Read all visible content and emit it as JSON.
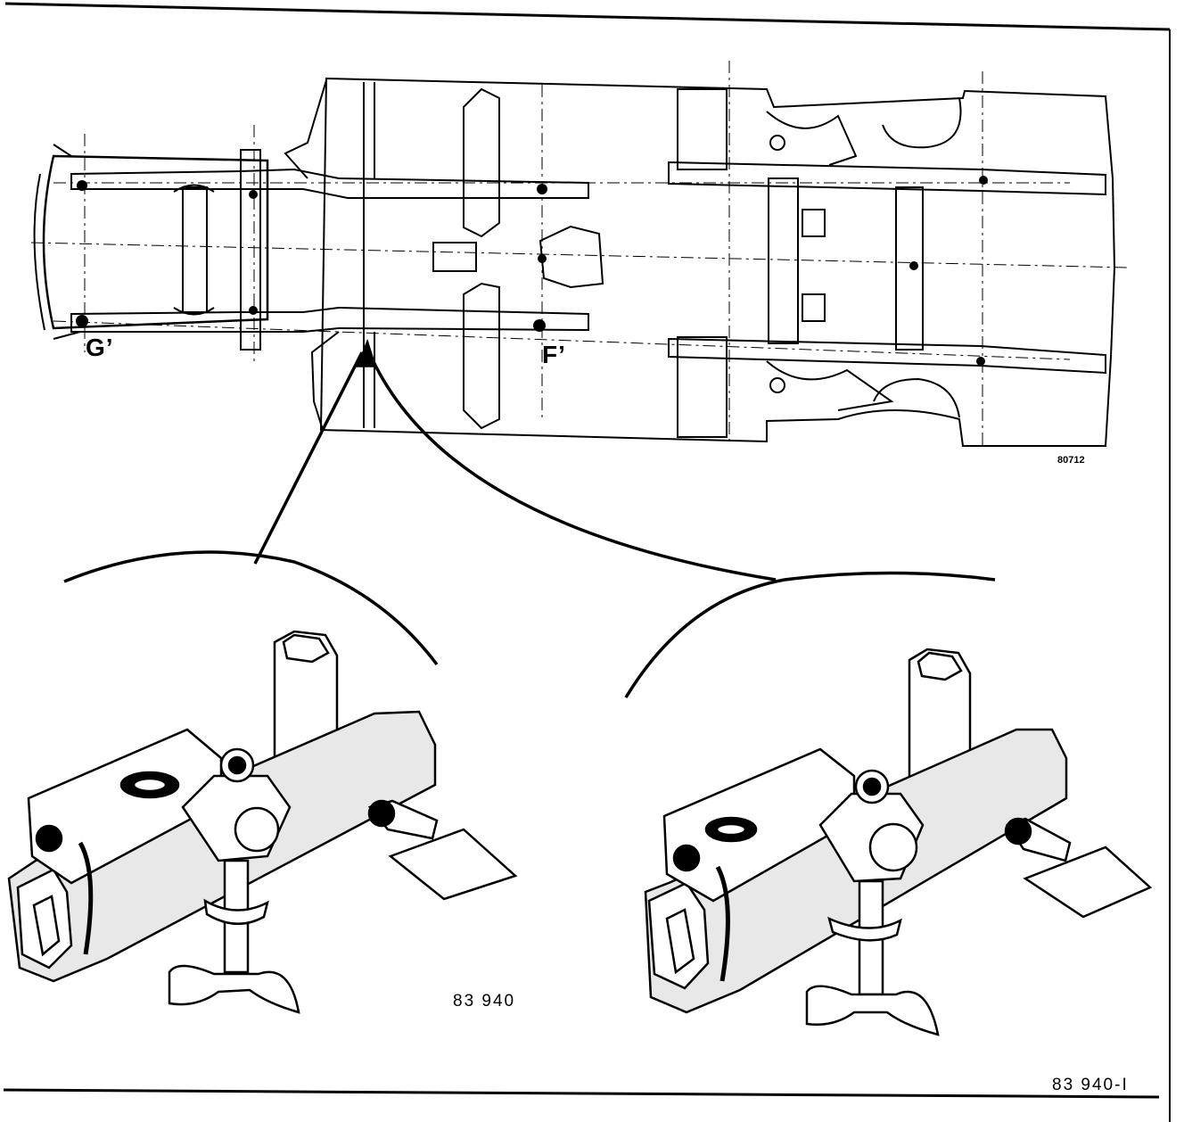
{
  "labels": {
    "point_g": "G’",
    "point_f": "F’",
    "chassis_ref": "80712",
    "tool_ref_left": "83 940",
    "tool_ref_right": "83 940-I"
  }
}
